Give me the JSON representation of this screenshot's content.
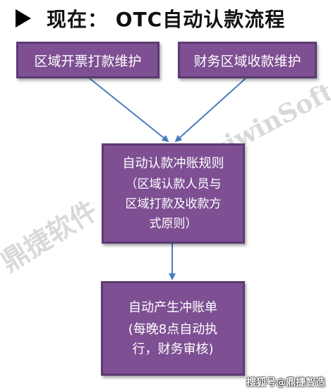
{
  "title": "现在： OTC自动认款流程",
  "boxes": {
    "left": "区域开票打款维护",
    "right": "财务区域收款维护",
    "middle": {
      "heading": "自动认款冲账规则",
      "detail": "（区域认款人员与\n区域打款及收款方\n式原则）"
    },
    "bottom": {
      "heading": "自动产生冲账单",
      "detail": "(每晚8点自动执\n行，财务审核)"
    }
  },
  "watermark": {
    "cn": "鼎捷软件",
    "en": "DigiwinSoft"
  },
  "source_label": "搜狐号@鼎捷智造",
  "colors": {
    "box_fill": "#7e4f93",
    "arrow": "#4a7ebb"
  }
}
